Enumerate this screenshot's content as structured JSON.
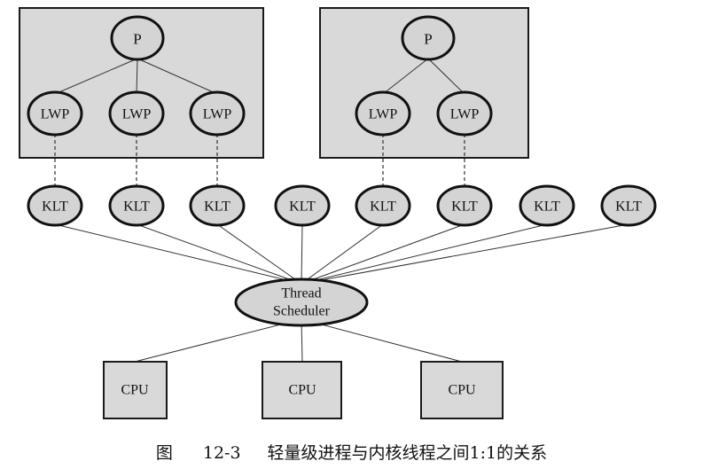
{
  "diagram": {
    "process_label": "P",
    "lwp_label": "LWP",
    "klt_label": "KLT",
    "scheduler_line1": "Thread",
    "scheduler_line2": "Scheduler",
    "cpu_label": "CPU"
  },
  "caption": {
    "figure": "图",
    "number": "12-3",
    "text": "轻量级进程与内核线程之间1:1的关系"
  }
}
